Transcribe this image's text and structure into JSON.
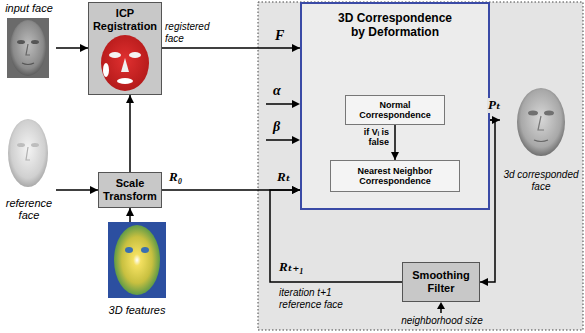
{
  "diagram": {
    "nodes": [
      {
        "text": [
          "input face"
        ]
      },
      {
        "text": [
          "ICP Registration"
        ]
      },
      {
        "text": [
          "3D Correspondence by Deformation"
        ]
      },
      {
        "text": [
          "Normal Correspondence"
        ],
        "in": 2
      },
      {
        "text": [
          "Nearest Neighbor Correspondence"
        ],
        "in": 2
      },
      {
        "text": [
          "3d corresponded face"
        ]
      },
      {
        "text": [
          "reference face"
        ]
      },
      {
        "text": [
          "Scale Transform"
        ]
      },
      {
        "text": [
          "3D features"
        ]
      },
      {
        "text": [
          "Smoothing Filter"
        ]
      }
    ],
    "edges": [
      {
        "from": 0,
        "to": 1,
        "arrow": "to"
      },
      {
        "from": 1,
        "to": 2,
        "arrow": "to",
        "label": "registered face"
      },
      {
        "from": 3,
        "to": 4,
        "arrow": "to",
        "label": "if Vᵢ is false"
      },
      {
        "from": 2,
        "to": 5,
        "arrow": "to",
        "label": "Pₜ"
      },
      {
        "from": 6,
        "to": 7,
        "arrow": "to"
      },
      {
        "from": 7,
        "to": 1,
        "arrow": "to"
      },
      {
        "from": 8,
        "to": 7,
        "arrow": "to"
      },
      {
        "from": 7,
        "to": 2,
        "arrow": "to",
        "label": "R₀"
      },
      {
        "from": 2,
        "to": 9,
        "arrow": "to"
      },
      {
        "from": 9,
        "to": 2,
        "arrow": "to",
        "label": "Rₜ₊₁"
      }
    ],
    "labels": [
      "F",
      "α",
      "β",
      "Rₜ",
      "iteration t+1 reference face",
      "neighborhood size"
    ]
  }
}
